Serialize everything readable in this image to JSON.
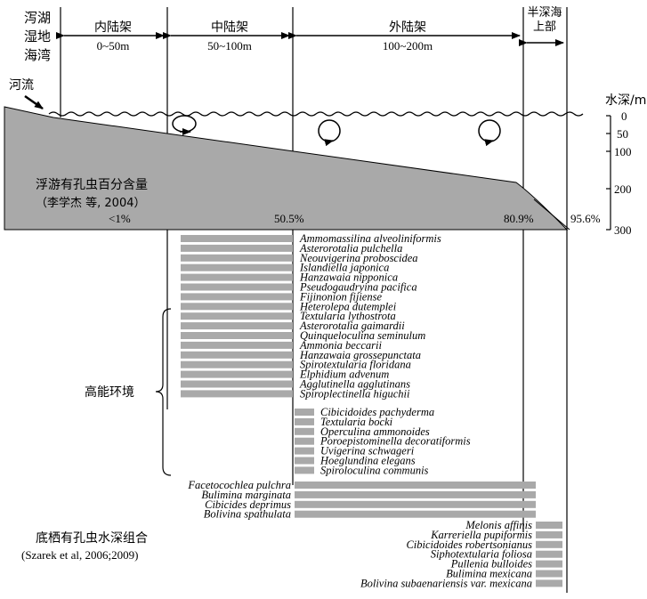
{
  "zones": {
    "lagoon": [
      "泻湖",
      "湿地",
      "海湾"
    ],
    "inner": {
      "name": "内陆架",
      "range": "0~50m"
    },
    "middle": {
      "name": "中陆架",
      "range": "50~100m"
    },
    "outer": {
      "name": "外陆架",
      "range": "100~200m"
    },
    "upper_slope": [
      "半深海",
      "上部"
    ]
  },
  "river_label": "河流",
  "depth_axis": {
    "title": "水深/m",
    "ticks": [
      "0",
      "50",
      "100",
      "200",
      "300"
    ]
  },
  "planktonic": {
    "title": "浮游有孔虫百分含量",
    "source": "（李学杰 等, 2004）",
    "values": [
      "<1%",
      "50.5%",
      "80.9%",
      "95.6%"
    ]
  },
  "high_energy_label": "高能环境",
  "benthic": {
    "title": "底栖有孔虫水深组合",
    "source": "(Szarek et al, 2006;2009)"
  },
  "groups": {
    "inner_to_middle": [
      "Ammomassilina alveoliniformis",
      "Asterorotalia pulchella",
      "Neouvigerina proboscidea",
      "Islandiella japonica",
      "Hanzawaia nipponica",
      "Pseudogaudryina pacifica",
      "Fijinonion fijiense",
      "Heterolepa dutemplei",
      "Textularia lythostrota",
      "Asterorotalia gaimardii",
      "Quinqueloculina seminulum",
      "Ammonia beccarii",
      "Hanzawaia grossepunctata",
      "Spirotextularia floridana",
      "Elphidium advenum",
      "Agglutinella agglutinans",
      "Spiroplectinella higuchii"
    ],
    "middle_only": [
      "Cibicidoides pachyderma",
      "Textularia bocki",
      "Operculina ammonoides",
      "Poroepistominella decoratiformis",
      "Uvigerina schwageri",
      "Hoeglundina elegans",
      "Spiroloculina communis"
    ],
    "middle_to_outer": [
      "Facetocochlea pulchra",
      "Bulimina marginata",
      "Cibicides deprimus",
      "Bolivina spathulata"
    ],
    "upper_slope": [
      "Melonis affinis",
      "Karreriella pupiformis",
      "Cibicidoides robertsonianus",
      "Siphotextularia foliosa",
      "Pullenia bulloides",
      "Bulimina mexicana",
      "Bolivina subaenariensis var. mexicana"
    ]
  }
}
